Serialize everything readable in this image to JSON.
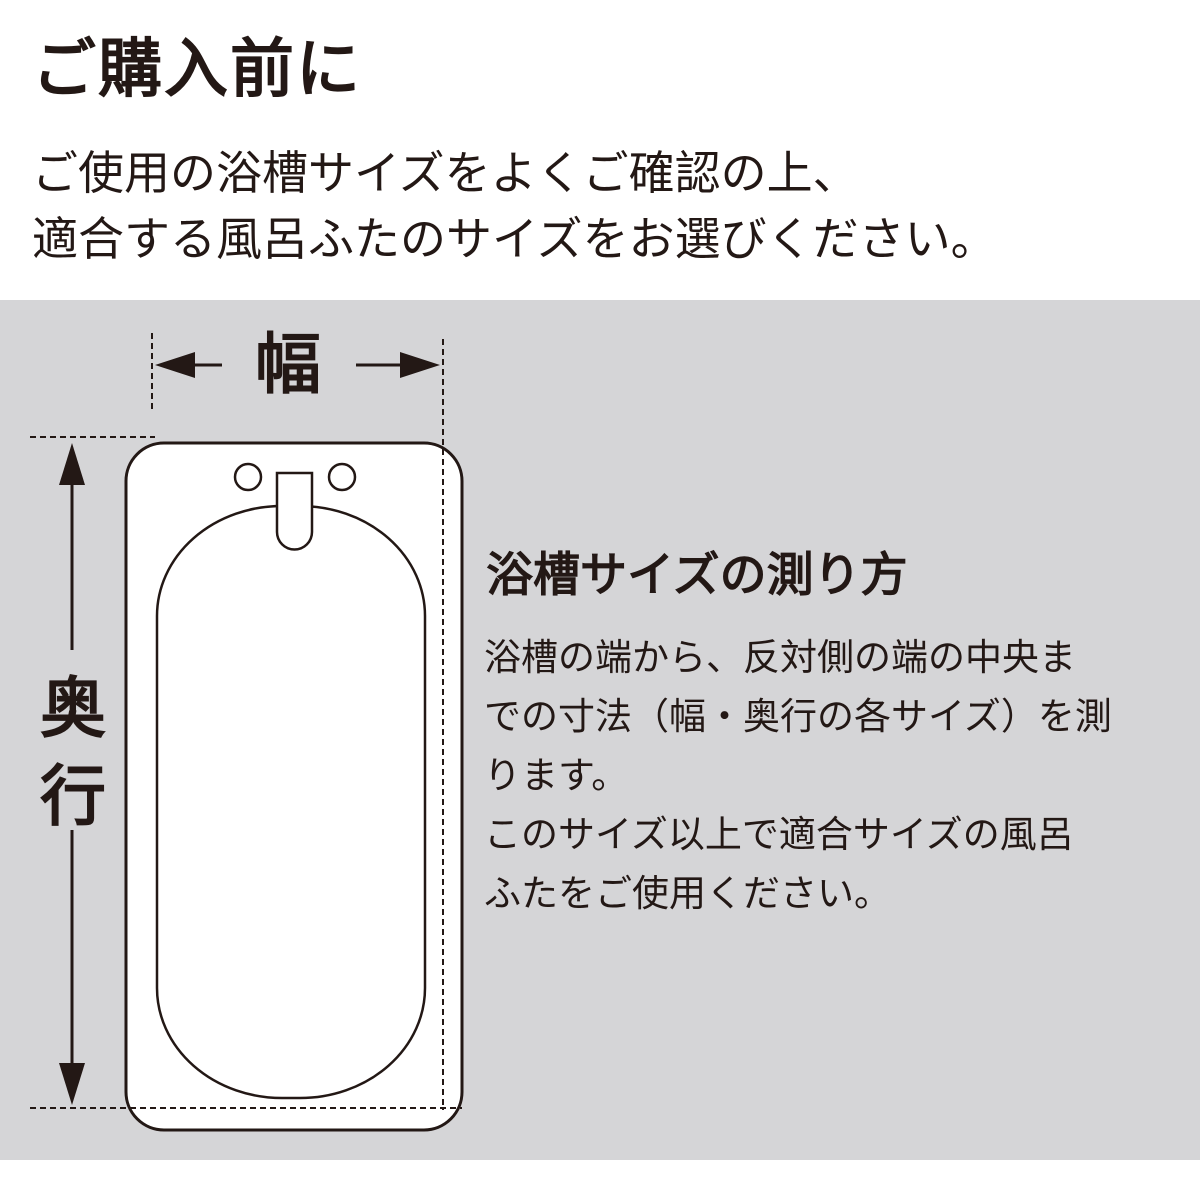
{
  "title": "ご購入前に",
  "intro": [
    "ご使用の浴槽サイズをよくご確認の上、",
    "適合する風呂ふたのサイズをお選びください。"
  ],
  "diagram": {
    "width_label": "幅",
    "depth_label_1": "奥",
    "depth_label_2": "行"
  },
  "howto": {
    "heading": "浴槽サイズの測り方",
    "lines": [
      "浴槽の端から、反対側の端の中央ま",
      "での寸法（幅・奥行の各サイズ）を測",
      "ります。",
      "このサイズ以上で適合サイズの風呂",
      "ふたをご使用ください。"
    ]
  },
  "colors": {
    "text": "#231815",
    "panel": "#d5d5d7"
  }
}
